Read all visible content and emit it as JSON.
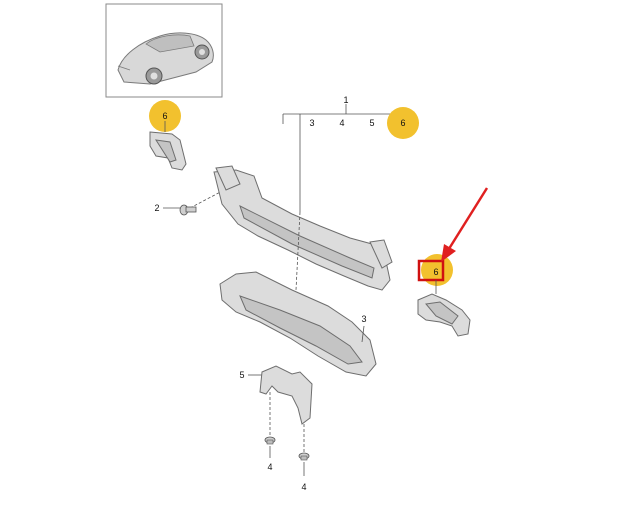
{
  "callouts": {
    "top_group_parent": "1",
    "top_group_items": [
      "3",
      "4",
      "5",
      "6"
    ],
    "upper_left_bracket": "6",
    "bolt": "2",
    "absorber": "3",
    "lower_bracket": "5",
    "lower_nut_a": "4",
    "lower_nut_b": "4",
    "right_bracket": "6"
  },
  "colors": {
    "highlight_circle": "#f2c12e",
    "selection_box": "#d01010",
    "arrow": "#e02020"
  }
}
